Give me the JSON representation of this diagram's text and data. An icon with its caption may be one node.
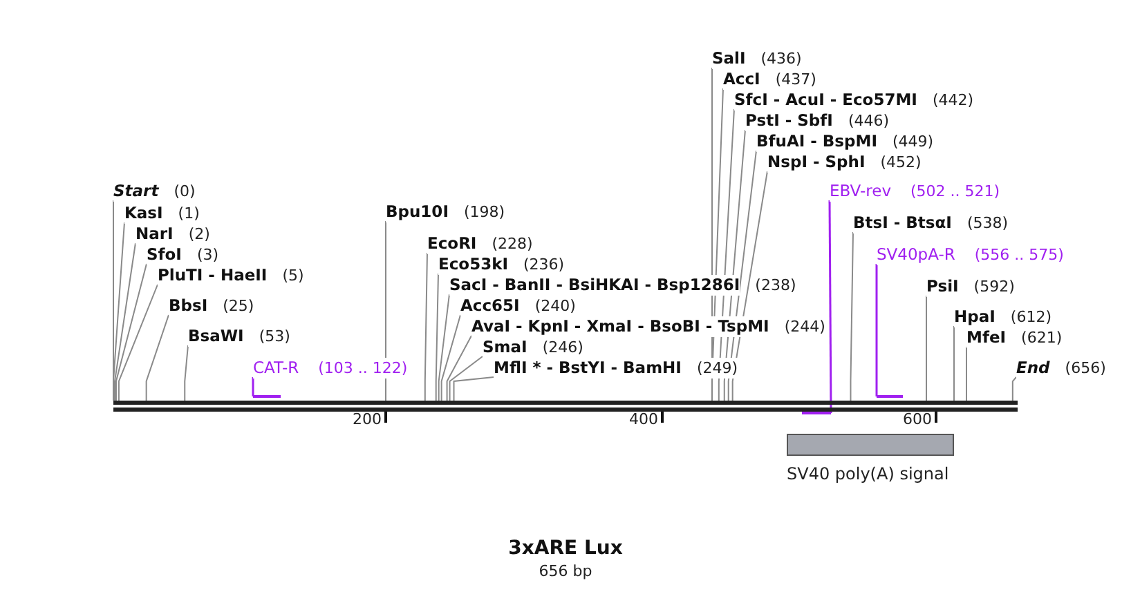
{
  "diagram": {
    "title": "3xARE Lux",
    "caption": "656 bp",
    "nodes": [
      {
        "text": [
          "Start",
          "(0)"
        ]
      },
      {
        "text": [
          "KasI",
          "(1)"
        ]
      },
      {
        "text": [
          "NarI",
          "(2)"
        ]
      },
      {
        "text": [
          "SfoI",
          "(3)"
        ]
      },
      {
        "text": [
          "PluTI - HaeII",
          "(5)"
        ]
      },
      {
        "text": [
          "BbsI",
          "(25)"
        ]
      },
      {
        "text": [
          "BsaWI",
          "(53)"
        ]
      },
      {
        "text": [
          "CAT-R",
          "(103 .. 122)"
        ]
      },
      {
        "text": [],
        "shape": "bar"
      },
      {
        "text": [
          "Bpu10I",
          "(198)"
        ]
      },
      {
        "text": [
          "EcoRI",
          "(228)"
        ]
      },
      {
        "text": [
          "Eco53kI",
          "(236)"
        ]
      },
      {
        "text": [
          "SacI - BanII - BsiHKAI - Bsp1286I",
          "(238)"
        ]
      },
      {
        "text": [
          "Acc65I",
          "(240)"
        ]
      },
      {
        "text": [
          "AvaI - KpnI - XmaI - BsoBI - TspMI",
          "(244)"
        ]
      },
      {
        "text": [
          "SmaI",
          "(246)"
        ]
      },
      {
        "text": [
          "MflI * - BstYI - BamHI",
          "(249)"
        ]
      },
      {
        "text": [
          "SalI",
          "(436)"
        ]
      },
      {
        "text": [
          "AccI",
          "(437)"
        ]
      },
      {
        "text": [
          "SfcI - AcuI - Eco57MI",
          "(442)"
        ]
      },
      {
        "text": [
          "PstI - SbfI",
          "(446)"
        ]
      },
      {
        "text": [
          "BfuAI - BspMI",
          "(449)"
        ]
      },
      {
        "text": [
          "NspI - SphI",
          "(452)"
        ]
      },
      {
        "text": [
          "EBV-rev",
          "(502 .. 521)"
        ]
      },
      {
        "text": [],
        "shape": "bar"
      },
      {
        "text": [
          "BtsI - BtsαI",
          "(538)"
        ]
      },
      {
        "text": [
          "SV40pA-R",
          "(556 .. 575)"
        ]
      },
      {
        "text": [],
        "shape": "bar"
      },
      {
        "text": [
          "PsiI",
          "(592)"
        ]
      },
      {
        "text": [
          "HpaI",
          "(612)"
        ]
      },
      {
        "text": [
          "MfeI",
          "(621)"
        ]
      },
      {
        "text": [
          "End",
          "(656)"
        ]
      },
      {
        "text": [],
        "shape": "bar"
      },
      {
        "text": [
          "SV40 poly(A) signal"
        ]
      }
    ],
    "edges": [
      {
        "from": 0,
        "to": 32,
        "arrow": "none"
      },
      {
        "from": 1,
        "to": 32,
        "arrow": "none"
      },
      {
        "from": 2,
        "to": 32,
        "arrow": "none"
      },
      {
        "from": 3,
        "to": 32,
        "arrow": "none"
      },
      {
        "from": 4,
        "to": 32,
        "arrow": "none"
      },
      {
        "from": 5,
        "to": 32,
        "arrow": "none"
      },
      {
        "from": 6,
        "to": 32,
        "arrow": "none"
      },
      {
        "from": 7,
        "to": 8,
        "arrow": "none",
        "color": "#a020f0"
      },
      {
        "from": 9,
        "to": 32,
        "arrow": "none"
      },
      {
        "from": 10,
        "to": 32,
        "arrow": "none"
      },
      {
        "from": 11,
        "to": 32,
        "arrow": "none"
      },
      {
        "from": 12,
        "to": 32,
        "arrow": "none"
      },
      {
        "from": 13,
        "to": 32,
        "arrow": "none"
      },
      {
        "from": 14,
        "to": 32,
        "arrow": "none"
      },
      {
        "from": 15,
        "to": 32,
        "arrow": "none"
      },
      {
        "from": 16,
        "to": 32,
        "arrow": "none"
      },
      {
        "from": 17,
        "to": 32,
        "arrow": "none"
      },
      {
        "from": 18,
        "to": 32,
        "arrow": "none"
      },
      {
        "from": 19,
        "to": 32,
        "arrow": "none"
      },
      {
        "from": 20,
        "to": 32,
        "arrow": "none"
      },
      {
        "from": 21,
        "to": 32,
        "arrow": "none"
      },
      {
        "from": 22,
        "to": 32,
        "arrow": "none"
      },
      {
        "from": 23,
        "to": 24,
        "arrow": "none",
        "color": "#a020f0"
      },
      {
        "from": 25,
        "to": 32,
        "arrow": "none"
      },
      {
        "from": 26,
        "to": 27,
        "arrow": "none",
        "color": "#a020f0"
      },
      {
        "from": 28,
        "to": 32,
        "arrow": "none"
      },
      {
        "from": 29,
        "to": 32,
        "arrow": "none"
      },
      {
        "from": 30,
        "to": 32,
        "arrow": "none"
      },
      {
        "from": 31,
        "to": 32,
        "arrow": "none"
      }
    ],
    "labels": [
      "200",
      "400",
      "600"
    ]
  }
}
